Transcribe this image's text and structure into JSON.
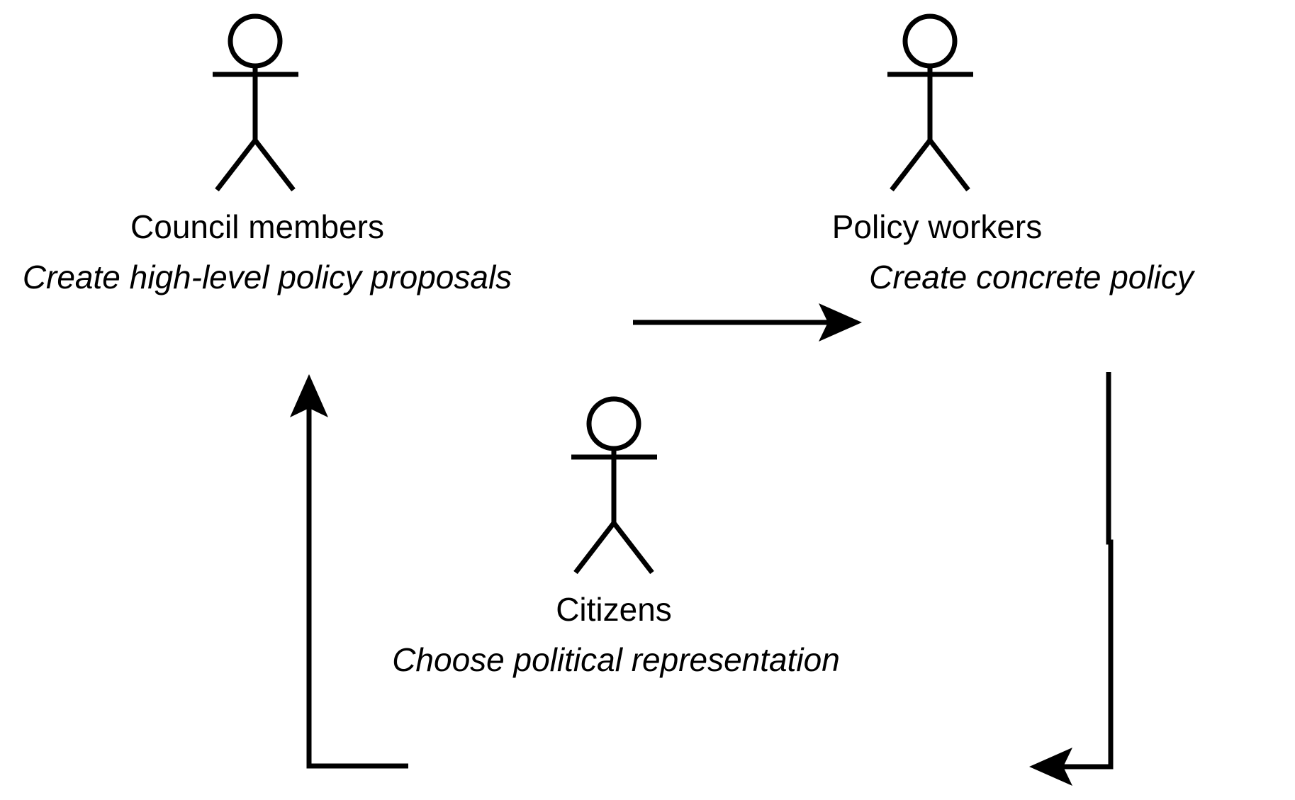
{
  "diagram": {
    "type": "cycle-flow-diagram",
    "background_color": "#ffffff",
    "stroke_color": "#000000",
    "actors": [
      {
        "id": "council-members",
        "title": "Council members",
        "action": "Create high-level policy proposals",
        "icon": "stick-figure-person"
      },
      {
        "id": "policy-workers",
        "title": "Policy workers",
        "action": "Create concrete policy",
        "icon": "stick-figure-person"
      },
      {
        "id": "citizens",
        "title": "Citizens",
        "action": "Choose political representation",
        "icon": "stick-figure-person"
      }
    ],
    "connections": [
      {
        "id": "council-to-policy",
        "from": "council-members",
        "to": "policy-workers",
        "direction": "right",
        "label": ""
      },
      {
        "id": "policy-to-citizens",
        "from": "policy-workers",
        "to": "citizens",
        "direction": "down-then-left",
        "label": ""
      },
      {
        "id": "citizens-to-council",
        "from": "citizens",
        "to": "council-members",
        "direction": "left-then-up",
        "label": ""
      }
    ]
  }
}
